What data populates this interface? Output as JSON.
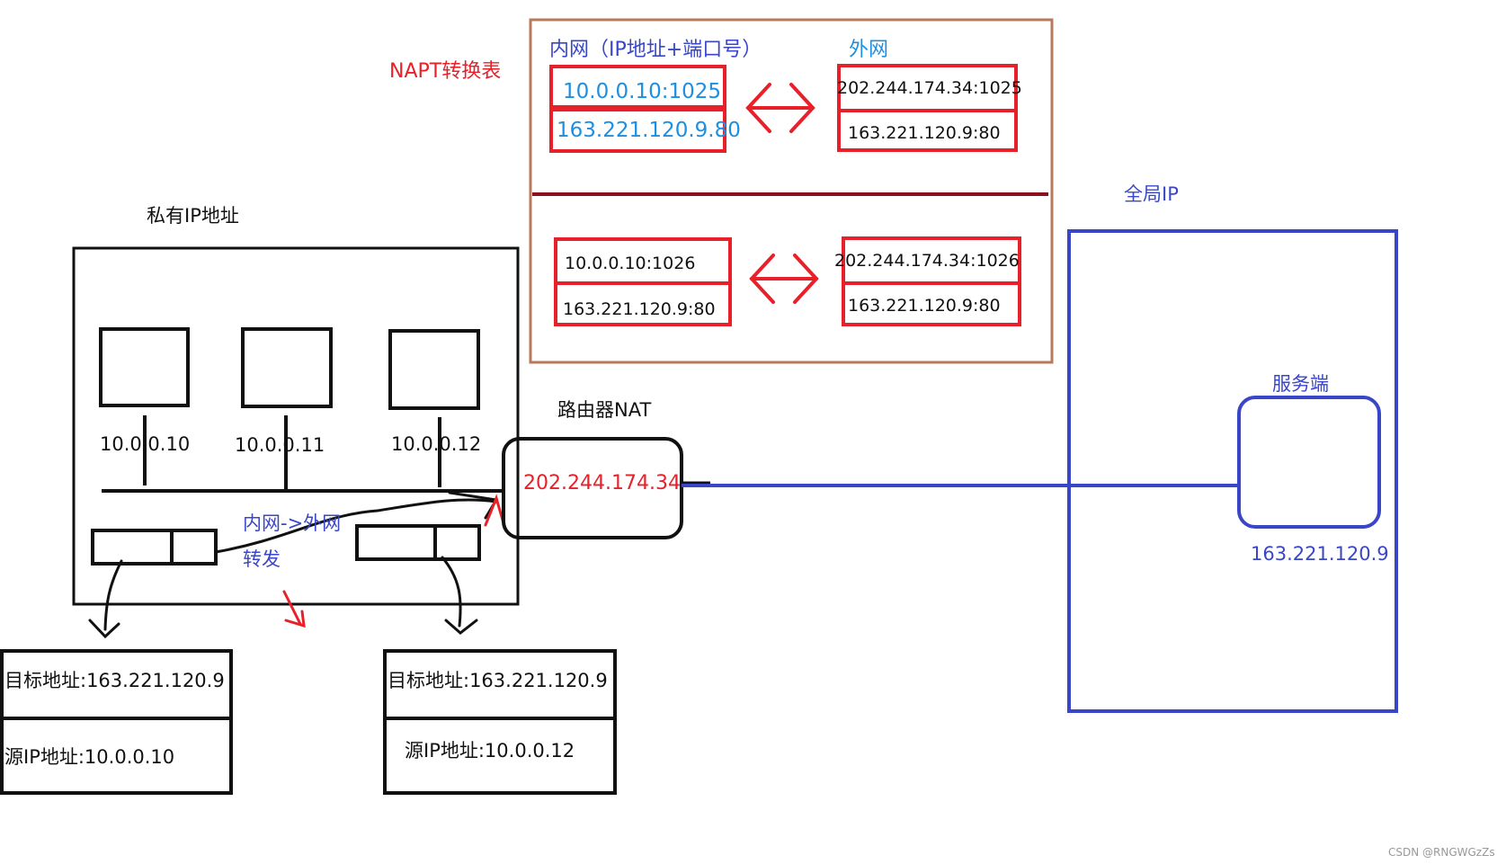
{
  "napt_table": {
    "title": "NAPT转换表",
    "header_inner": "内网（IP地址+端口号）",
    "header_outer": "外网",
    "rows": [
      {
        "inner_src": "10.0.0.10:1025",
        "inner_dst": "163.221.120.9.80",
        "outer_src": "202.244.174.34:1025",
        "outer_dst": "163.221.120.9:80"
      },
      {
        "inner_src": "10.0.0.10:1026",
        "inner_dst": "163.221.120.9:80",
        "outer_src": "202.244.174.34:1026",
        "outer_dst": "163.221.120.9:80"
      }
    ]
  },
  "private_network": {
    "title": "私有IP地址",
    "hosts": [
      "10.0.0.10",
      "10.0.0.11",
      "10.0.0.12"
    ],
    "forward_label_1": "内网->外网",
    "forward_label_2": "转发"
  },
  "router": {
    "title": "路由器NAT",
    "ip": "202.244.174.34"
  },
  "global_network": {
    "title": "全局IP",
    "server_label": "服务端",
    "server_ip": "163.221.120.9"
  },
  "packets": [
    {
      "dst": "目标地址:163.221.120.9",
      "src": "源IP地址:10.0.0.10"
    },
    {
      "dst": "目标地址:163.221.120.9",
      "src": "源IP地址:10.0.0.12"
    }
  ],
  "watermark": "CSDN @RNGWGzZs",
  "colors": {
    "red": "#e8202a",
    "blue": "#3a46c8",
    "cyan": "#1e8fe0",
    "brown": "#b8785a",
    "dark_red": "#8b1020",
    "black": "#111111"
  }
}
